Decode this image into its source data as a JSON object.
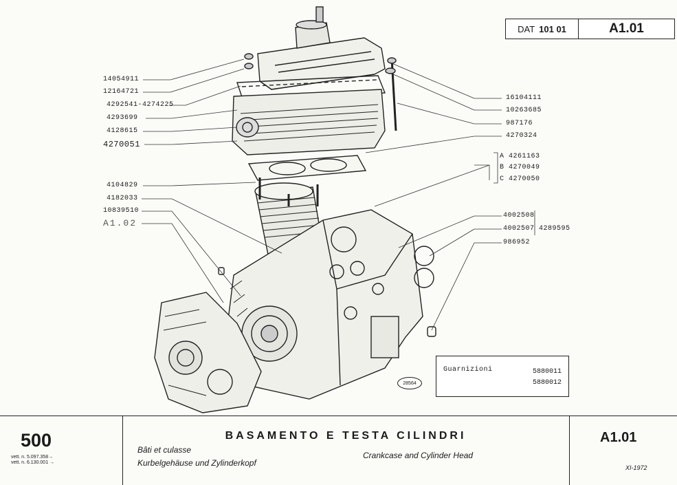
{
  "header": {
    "dat_prefix": "DAT",
    "dat_number": "101 01",
    "sheet_code": "A1.01"
  },
  "parts_left": [
    "14054911",
    "12164721",
    "4292541-4274225",
    "4293699",
    "4128615",
    "4270051",
    "4104829",
    "4182033",
    "10839510",
    "A1.02"
  ],
  "parts_right": [
    "16104111",
    "10263685",
    "987176",
    "4270324",
    "A 4261163",
    "B 4270049",
    "C 4270050",
    "4002508",
    "4002507",
    "4289595",
    "986952"
  ],
  "gaskets": {
    "label": "Guarnizioni",
    "numbers": [
      "5880011",
      "5880012"
    ]
  },
  "drawing_stamp": "28564",
  "footer": {
    "model": "500",
    "vin_1": "vett. n. 5.097.358→",
    "vin_2": "vett. n. 6.130.001 →",
    "title_it": "BASAMENTO E TESTA CILINDRI",
    "title_fr": "Bâti et culasse",
    "title_de": "Kurbelgehäuse und Zylinderkopf",
    "title_en": "Crankcase and Cylinder Head",
    "code": "A1.01",
    "date": "XI-1972"
  }
}
